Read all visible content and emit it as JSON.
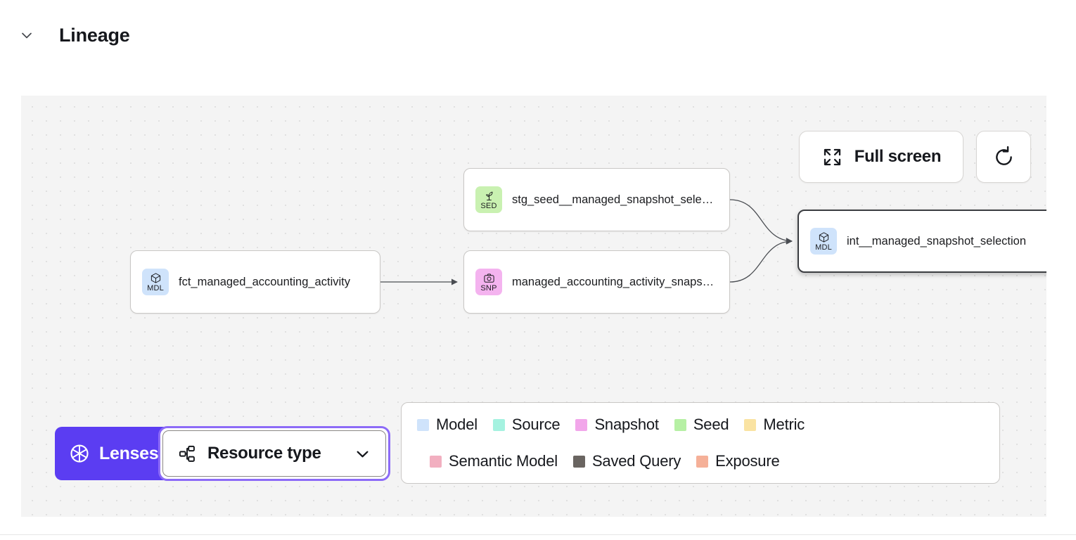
{
  "section": {
    "title": "Lineage",
    "collapse_icon": "chevron-down-icon"
  },
  "toolbar": {
    "fullscreen_label": "Full screen",
    "fullscreen_icon": "expand-icon",
    "refresh_icon": "refresh-icon"
  },
  "graph": {
    "nodes": [
      {
        "id": "fct",
        "code": "MDL",
        "icon": "cube-icon",
        "label": "fct_managed_accounting_activity",
        "type": "Model",
        "selected": false
      },
      {
        "id": "stg",
        "code": "SED",
        "icon": "sprout-icon",
        "label": "stg_seed__managed_snapshot_selecti...",
        "type": "Seed",
        "selected": false
      },
      {
        "id": "snap",
        "code": "SNP",
        "icon": "camera-icon",
        "label": "managed_accounting_activity_snapshot",
        "type": "Snapshot",
        "selected": false
      },
      {
        "id": "int",
        "code": "MDL",
        "icon": "cube-icon",
        "label": "int__managed_snapshot_selection",
        "type": "Model",
        "selected": true
      }
    ]
  },
  "legend": {
    "row1": [
      {
        "label": "Model",
        "color": "#cfe3fb"
      },
      {
        "label": "Source",
        "color": "#a5f2e0"
      },
      {
        "label": "Snapshot",
        "color": "#f2a6ea"
      },
      {
        "label": "Seed",
        "color": "#b6f0a4"
      },
      {
        "label": "Metric",
        "color": "#fae3a2"
      }
    ],
    "row2": [
      {
        "label": "Semantic Model",
        "color": "#f2afc0"
      },
      {
        "label": "Saved Query",
        "color": "#6a6561"
      },
      {
        "label": "Exposure",
        "color": "#f5b098"
      }
    ]
  },
  "controls": {
    "lenses_label": "Lenses",
    "lenses_icon": "aperture-icon",
    "lenses_color": "#5b3df2",
    "resource_label": "Resource type",
    "resource_icon": "hierarchy-icon",
    "resource_chevron_icon": "chevron-down-icon",
    "focus_ring_color": "#8c6bf7"
  }
}
